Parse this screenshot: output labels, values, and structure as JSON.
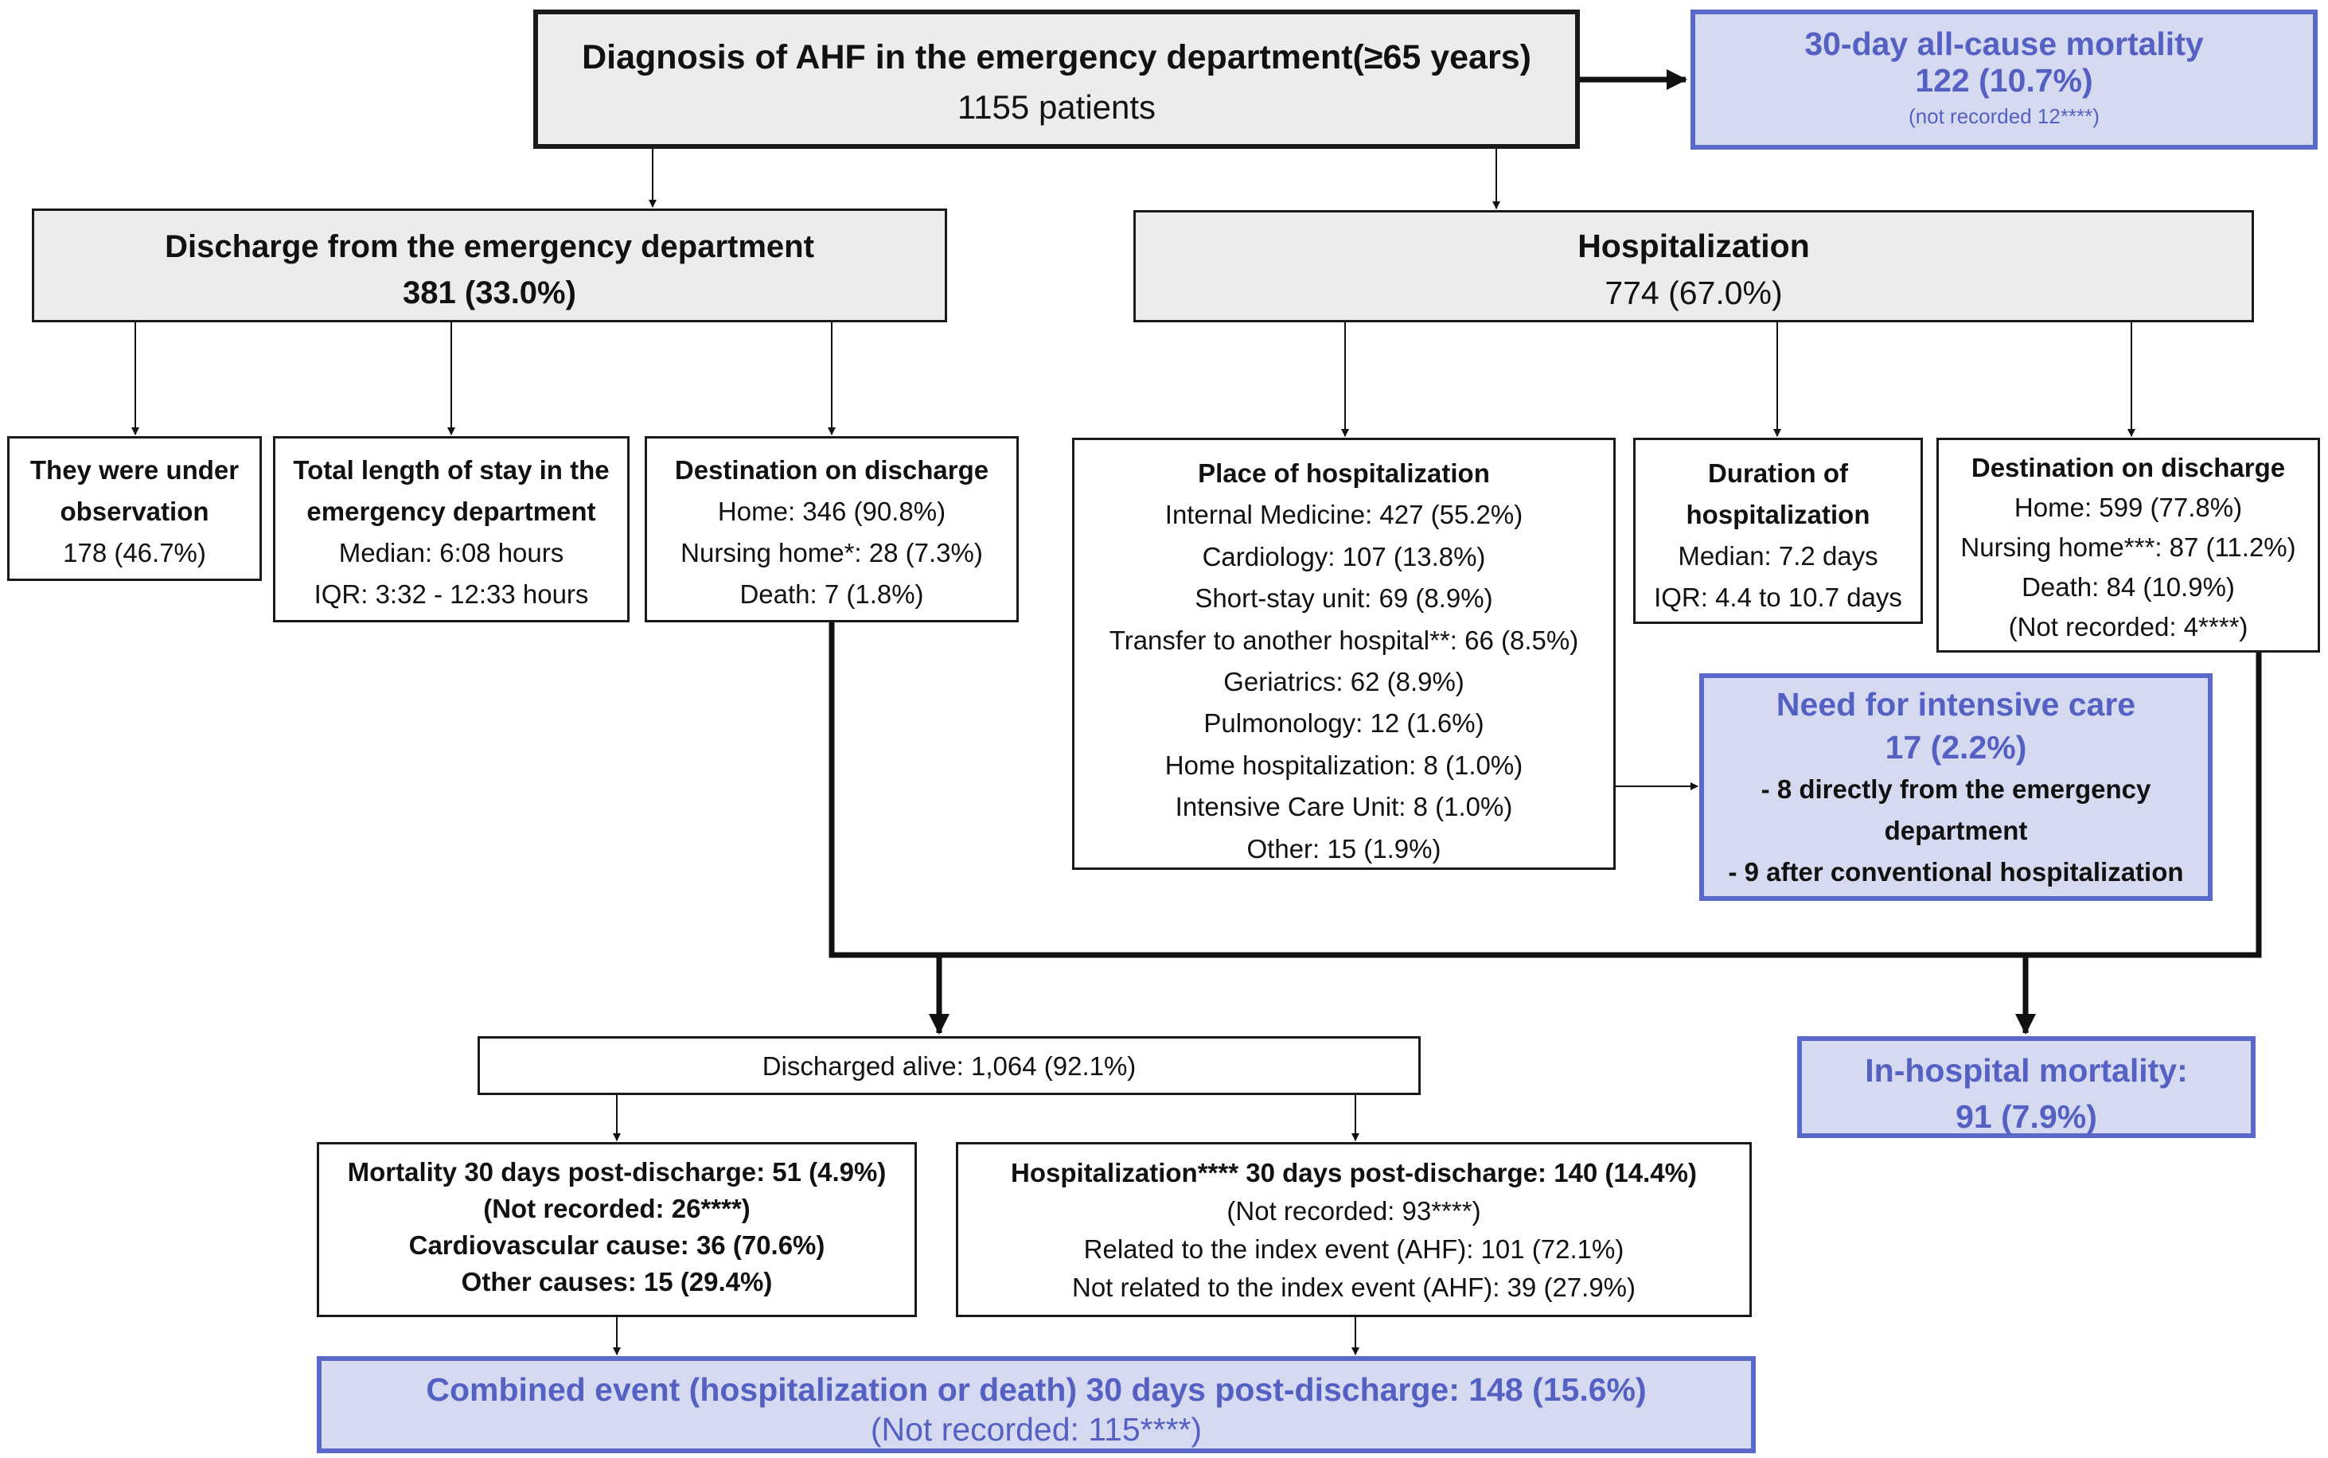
{
  "root": {
    "title": "Diagnosis of AHF in the emergency department(≥65 years)",
    "count": "1155 patients"
  },
  "mortality_30day": {
    "title": "30-day all-cause mortality",
    "value": "122 (10.7%)",
    "note": "(not recorded 12****)"
  },
  "ed_discharge": {
    "title": "Discharge from the emergency department",
    "value": "381 (33.0%)"
  },
  "hospitalization": {
    "title": "Hospitalization",
    "value": "774 (67.0%)"
  },
  "observation": {
    "lines": [
      "They were under",
      "observation",
      "178 (46.7%)"
    ]
  },
  "length_of_stay": {
    "lines": [
      "Total length of stay in the",
      "emergency department",
      "Median: 6:08 hours",
      "IQR: 3:32 - 12:33 hours"
    ]
  },
  "ed_destination": {
    "lines": [
      "Destination on discharge",
      "Home: 346 (90.8%)",
      "Nursing home*: 28 (7.3%)",
      "Death: 7 (1.8%)"
    ]
  },
  "place_of_hospitalization": {
    "lines": [
      "Place of hospitalization",
      "Internal Medicine: 427 (55.2%)",
      "Cardiology: 107 (13.8%)",
      "Short-stay unit: 69 (8.9%)",
      "Transfer to another hospital**: 66 (8.5%)",
      "Geriatrics: 62 (8.9%)",
      "Pulmonology: 12 (1.6%)",
      "Home hospitalization: 8 (1.0%)",
      "Intensive Care Unit: 8 (1.0%)",
      "Other: 15 (1.9%)"
    ]
  },
  "duration": {
    "lines": [
      "Duration of",
      "hospitalization",
      "Median: 7.2 days",
      "IQR: 4.4 to 10.7 days"
    ]
  },
  "hosp_destination": {
    "lines": [
      "Destination on discharge",
      "Home: 599 (77.8%)",
      "Nursing home***: 87 (11.2%)",
      "Death: 84 (10.9%)",
      "(Not recorded: 4****)"
    ]
  },
  "intensive_care": {
    "title": "Need for intensive care",
    "value": "17 (2.2%)",
    "lines": [
      "- 8 directly from the emergency department",
      "- 9 after conventional hospitalization"
    ]
  },
  "discharged_alive": {
    "text": "Discharged alive: 1,064 (92.1%)"
  },
  "in_hospital_mortality": {
    "title": "In-hospital mortality:",
    "value": "91 (7.9%)"
  },
  "mortality_post_discharge": {
    "lines": [
      "Mortality 30 days post-discharge: 51 (4.9%)",
      "(Not recorded: 26****)",
      "Cardiovascular cause: 36 (70.6%)",
      "Other causes: 15 (29.4%)"
    ]
  },
  "hospitalization_post_discharge": {
    "lines": [
      "Hospitalization**** 30 days post-discharge: 140 (14.4%)",
      "(Not recorded: 93****)",
      "Related to the index event (AHF): 101 (72.1%)",
      "Not related to the index event (AHF): 39 (27.9%)"
    ]
  },
  "combined_event": {
    "title": "Combined event (hospitalization or death) 30 days post-discharge: 148 (15.6%)",
    "note": "(Not recorded: 115****)"
  }
}
